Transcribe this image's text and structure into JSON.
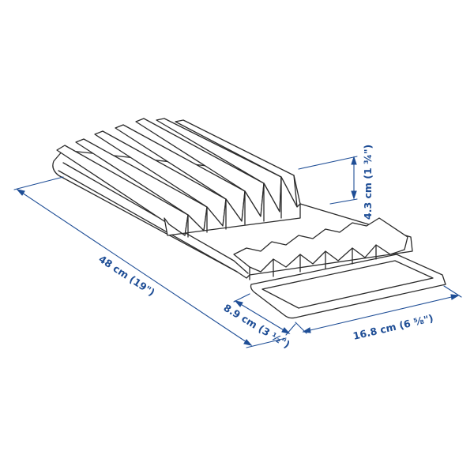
{
  "colors": {
    "outline": "#2b2b2b",
    "dimension": "#1f4e96",
    "background": "#ffffff"
  },
  "dimensions": {
    "length": "48 cm (19\")",
    "height": "4.3 cm (1 ¾\")",
    "width_insert": "8.9 cm (3 ½\")",
    "width_total": "16.8 cm (6 ⅝\")"
  }
}
